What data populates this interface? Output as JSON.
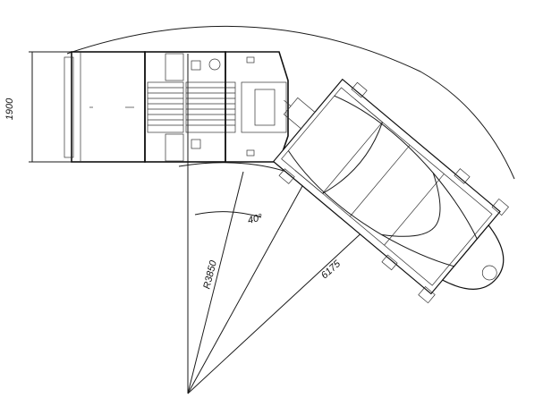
{
  "dimensions": {
    "width": "1900",
    "angle": "40°",
    "inner_radius": "R3850",
    "outer_radius": "6175"
  }
}
